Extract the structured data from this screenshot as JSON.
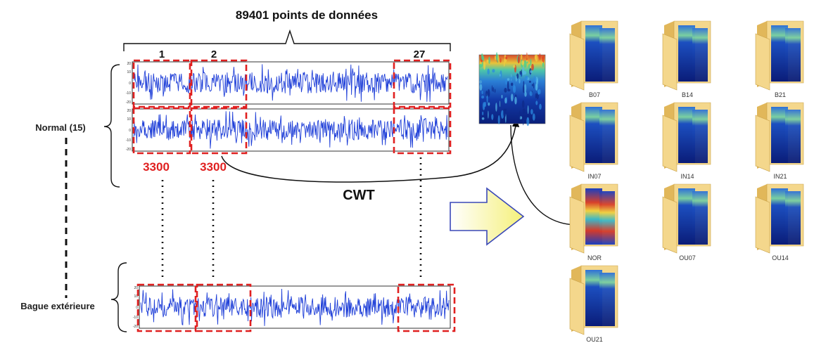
{
  "title": "89401 points de données",
  "segment_labels": [
    "1",
    "2",
    "27"
  ],
  "segment_size_labels": [
    "3300",
    "3300"
  ],
  "group_normal": "Normal (15)",
  "group_outer": "Bague extérieure",
  "transform_label": "CWT",
  "signal_axis_ticks": [
    "20",
    "10",
    "0",
    "-10",
    "-20"
  ],
  "folders": [
    {
      "label": "B07"
    },
    {
      "label": "B14"
    },
    {
      "label": "B21"
    },
    {
      "label": "IN07"
    },
    {
      "label": "IN14"
    },
    {
      "label": "IN21"
    },
    {
      "label": "NOR"
    },
    {
      "label": "OU07"
    },
    {
      "label": "OU14"
    },
    {
      "label": "OU21"
    }
  ],
  "colors": {
    "signal": "#1f3fd8",
    "segment_box": "#e02020",
    "segment_size_text": "#e02020",
    "arrow_fill": "#f2f28a",
    "arrow_stroke": "#3a48b8",
    "folder": "#f4d78c",
    "folder_dark": "#e1b75a"
  }
}
